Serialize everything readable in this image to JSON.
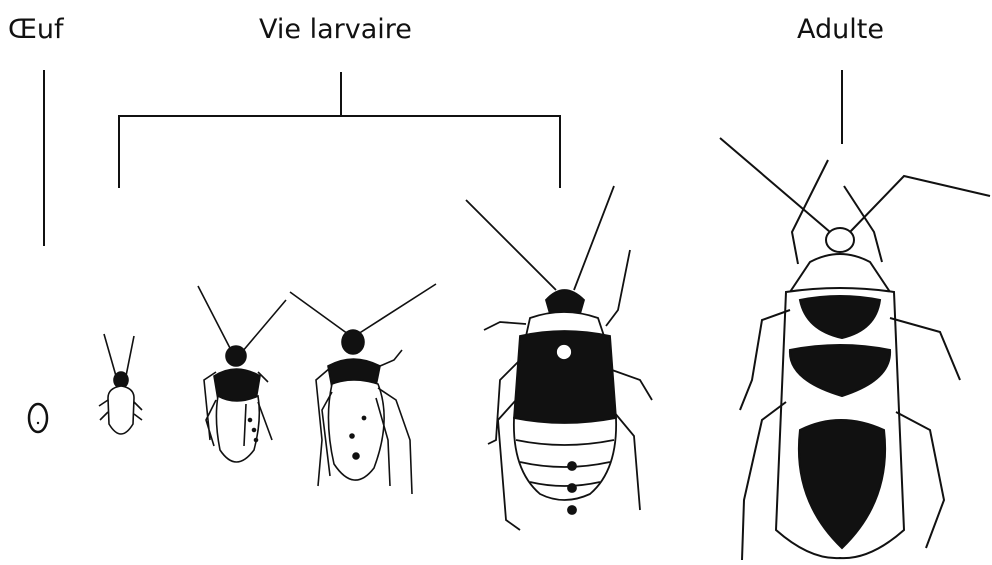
{
  "labels": {
    "egg": "Œuf",
    "larval_life": "Vie larvaire",
    "adult": "Adulte"
  },
  "colors": {
    "ink": "#111111",
    "background": "#ffffff"
  },
  "stages": [
    {
      "name": "egg"
    },
    {
      "name": "larva-instar-1"
    },
    {
      "name": "larva-instar-2"
    },
    {
      "name": "larva-instar-3"
    },
    {
      "name": "larva-instar-4"
    },
    {
      "name": "adult"
    }
  ]
}
